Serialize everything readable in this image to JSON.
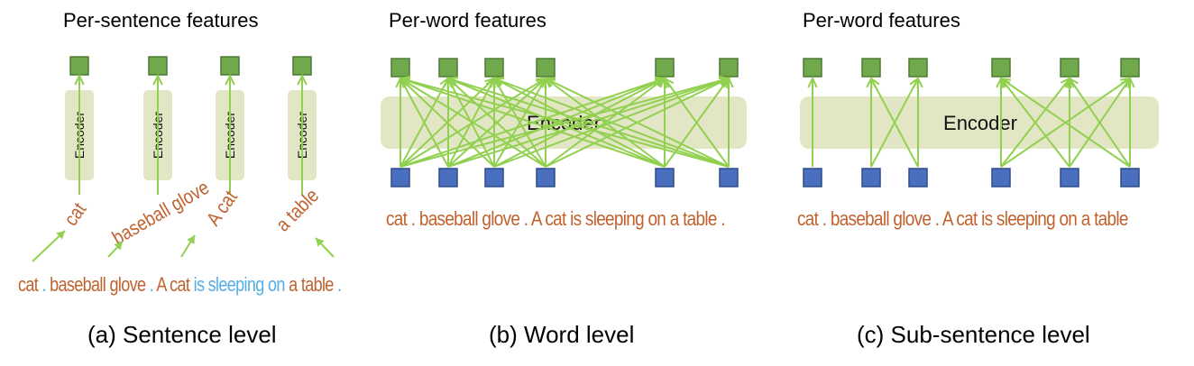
{
  "figure": {
    "colors": {
      "output_square": "#70a84c",
      "output_square_border": "#4f7a34",
      "input_square": "#4a6fbf",
      "input_square_border": "#2f4b8a",
      "encoder_box": "#e2e6c4",
      "arrow": "#92d050",
      "text_brown": "#c0622f",
      "text_blue": "#57aee4"
    },
    "panels": [
      {
        "id": "a",
        "title": "Per-sentence features",
        "caption": "(a) Sentence level",
        "encoder_label": "Encoder",
        "phrases": [
          "cat",
          "baseball glove",
          "A cat",
          "a table"
        ],
        "sentence_parts": [
          {
            "text": "cat ",
            "color": "brown"
          },
          {
            "text": ". ",
            "color": "blue"
          },
          {
            "text": "baseball glove ",
            "color": "brown"
          },
          {
            "text": ". ",
            "color": "blue"
          },
          {
            "text": "A cat ",
            "color": "brown"
          },
          {
            "text": "is sleeping on ",
            "color": "blue"
          },
          {
            "text": "a table ",
            "color": "brown"
          },
          {
            "text": ".",
            "color": "blue"
          }
        ]
      },
      {
        "id": "b",
        "title": "Per-word features",
        "caption": "(b) Word level",
        "encoder_label": "Encoder",
        "sentence": "cat . baseball glove . A cat is sleeping on a table .",
        "token_count": 6,
        "connectivity": "all-to-all"
      },
      {
        "id": "c",
        "title": "Per-word features",
        "caption": "(c) Sub-sentence level",
        "encoder_label": "Encoder",
        "sentence": "cat . baseball glove . A cat is sleeping on a table",
        "token_count": 6,
        "groups": [
          [
            0
          ],
          [
            1,
            2
          ],
          [
            3,
            4,
            5
          ]
        ],
        "connectivity": "within-group"
      }
    ]
  }
}
